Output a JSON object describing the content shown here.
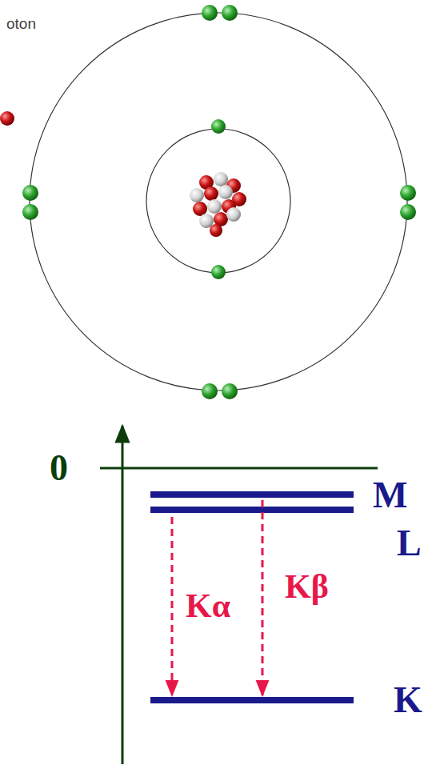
{
  "diagram": {
    "labels": [
      "oton",
      "0",
      "M",
      "L",
      "K",
      "Kα",
      "Kβ"
    ]
  }
}
